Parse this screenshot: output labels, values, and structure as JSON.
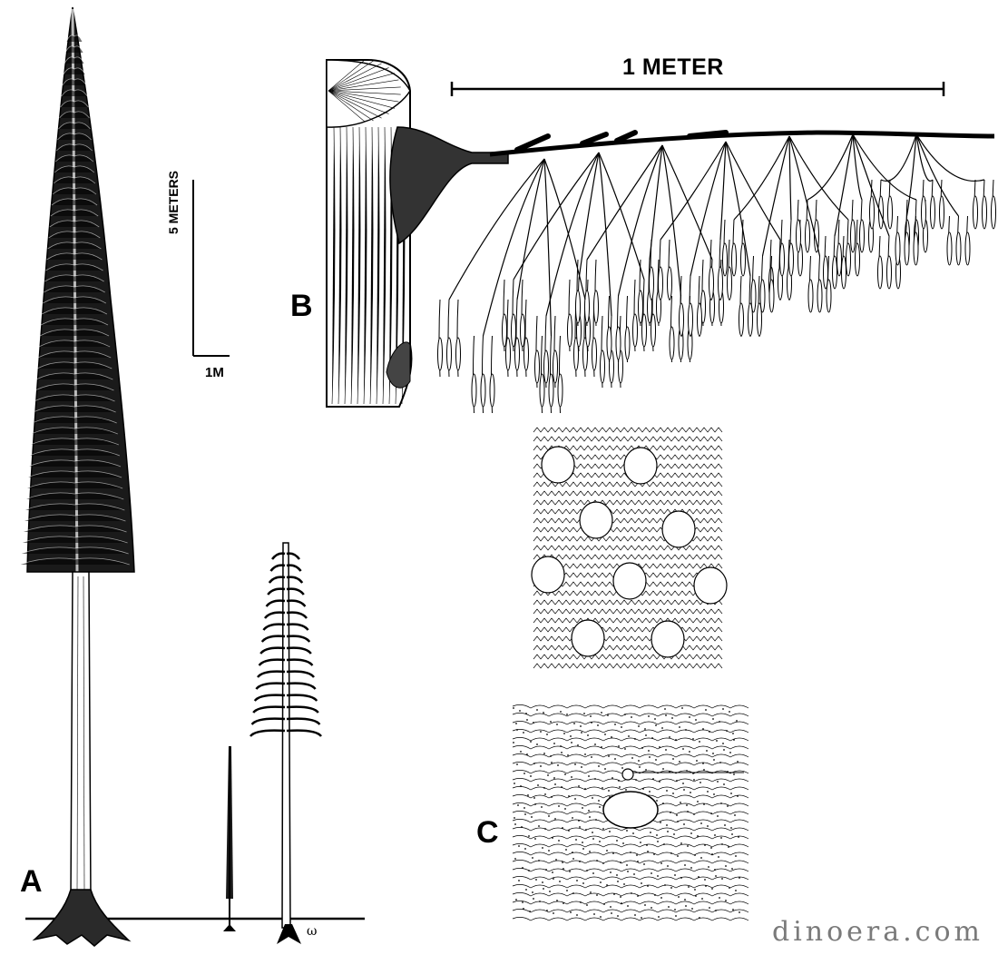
{
  "labels": {
    "panel_a": "A",
    "panel_b": "B",
    "panel_c": "C"
  },
  "scale_bars": {
    "horizontal_large": "1 METER",
    "vertical": "5 METERS",
    "horizontal_small": "1M"
  },
  "watermark": "dinoera.com",
  "colors": {
    "ink": "#000000",
    "paper": "#ffffff",
    "watermark": "#7a7a7a"
  }
}
